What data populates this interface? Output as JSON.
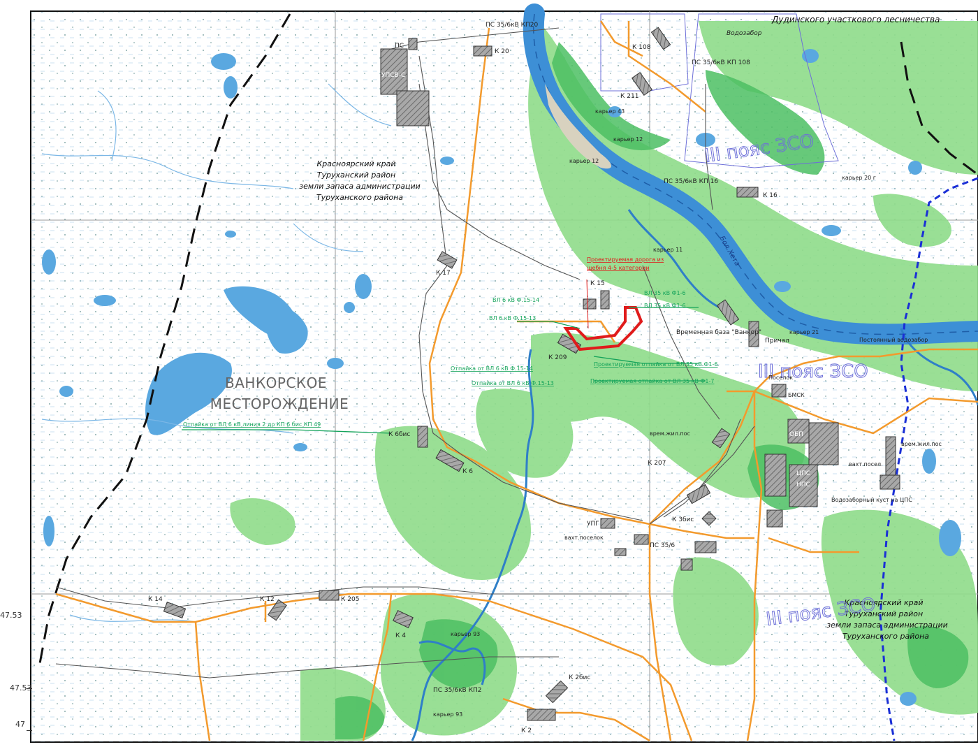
{
  "colors": {
    "water": "#5aa8e0",
    "water_dark": "#2f7fc8",
    "forest": "#8fdc8a",
    "forest_dark": "#4cbf63",
    "road": "#f39a2d",
    "pipeline": "#555555",
    "boundary_black": "#111111",
    "boundary_blue": "#1a2fd6",
    "zone_outline": "#6d6fd8",
    "project_red": "#e01b1b",
    "project_green": "#14a35a",
    "facility": "#8c8c8c"
  },
  "region_labels": {
    "top_left": [
      "Красноярский край",
      "Туруханский район",
      "земли запаса администрации",
      "Туруханского района"
    ],
    "bottom_right": [
      "Красноярский край",
      "Туруханский район",
      "земли запаса администрации",
      "Туруханского района"
    ],
    "forestry": "Дудинского участкового лесничества"
  },
  "field_name": [
    "ВАНКОРСКОЕ",
    "МЕСТОРОЖДЕНИЕ"
  ],
  "zone_labels": [
    "III пояс ЗСО",
    "III пояс ЗСО",
    "III пояс ЗСО"
  ],
  "river_name": "Бол.Хета",
  "facilities": [
    "ПС",
    "УПСВ-С",
    "ПС 35/6кВ КП20",
    "К 20",
    "Водозабор",
    "К 108",
    "ПС 35/6кВ КП 108",
    "К 211",
    "карьер 43",
    "карьер 12",
    "карьер 12",
    "ПС 35/6кВ КП 16",
    "К 16",
    "карьер 20 г",
    "карьер 11",
    "К 17",
    "К 15",
    "К 209",
    "Временная база \"Ванкор\"",
    "Причал",
    "карьер 21",
    "Постоянный водозабор",
    "К 6бис",
    "К 6",
    "врем.жил.пос",
    "К 207",
    "Поселок",
    "БМСК",
    "ОБП",
    "врем.жил.пос",
    "вахт.посел.",
    "ЦПС",
    "НПС",
    "Водозаборный куст на ЦПС",
    "УПГ",
    "вахт.поселок",
    "ПС 35/6",
    "К 3бис",
    "К 14",
    "К 12",
    "К 205",
    "К 4",
    "карьер 93",
    "К 2бис",
    "ПС 35/6кВ КП2",
    "карьер 93",
    "К 2"
  ],
  "project_labels": {
    "road": [
      "Проектируемая дорога из",
      "щебня 4-5 категории"
    ],
    "lines": [
      "ВЛ 6 кВ Ф.15-14",
      "ВЛ 6 кВ Ф.15-13",
      "ВЛ 35 кВ Ф1-6",
      "ВЛ 35 кВ Ф1-6",
      "Отпайка от ВЛ 6 кВ Ф.15-14",
      "Отпайка от ВЛ 6 кВ Ф.15-13",
      "Проектируемая отпайка от ВЛ 35 кВ Ф1-6",
      "Проектируемая отпайка от ВЛ 35 кВ Ф1-7",
      "Отпайка от ВЛ 6 кВ линия 2 до КП 6 бис КП 49"
    ]
  },
  "coord_labels": [
    "47.53",
    "47.53",
    "47"
  ]
}
